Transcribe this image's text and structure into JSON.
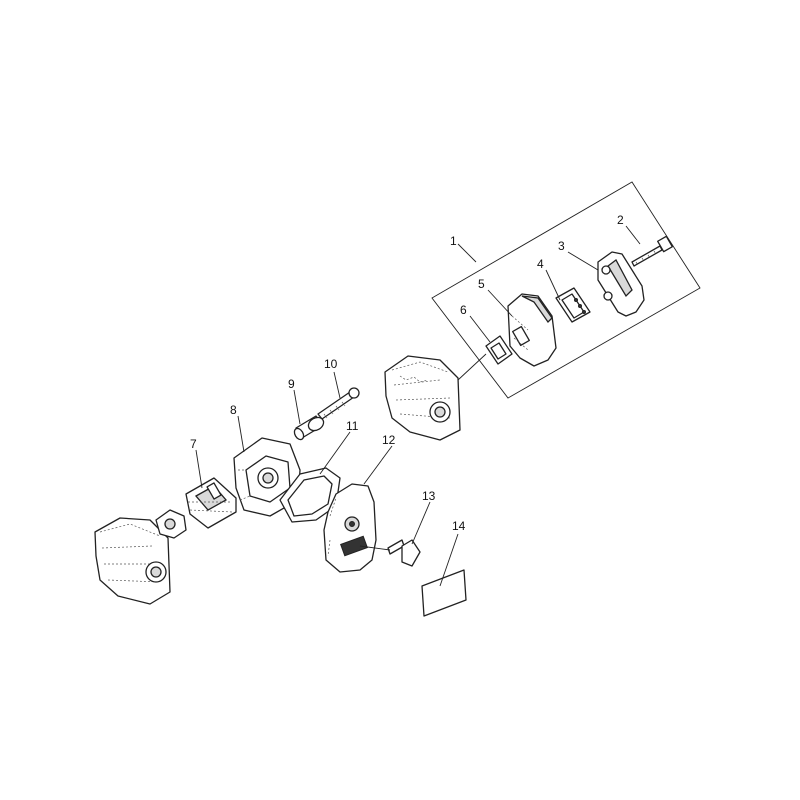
{
  "callouts": [
    {
      "id": "1",
      "label": "1"
    },
    {
      "id": "2",
      "label": "2"
    },
    {
      "id": "3",
      "label": "3"
    },
    {
      "id": "4",
      "label": "4"
    },
    {
      "id": "5",
      "label": "5"
    },
    {
      "id": "6",
      "label": "6"
    },
    {
      "id": "7",
      "label": "7"
    },
    {
      "id": "8",
      "label": "8"
    },
    {
      "id": "9",
      "label": "9"
    },
    {
      "id": "10",
      "label": "10"
    },
    {
      "id": "11",
      "label": "11"
    },
    {
      "id": "12",
      "label": "12"
    },
    {
      "id": "13",
      "label": "13"
    },
    {
      "id": "14",
      "label": "14"
    }
  ],
  "colors": {
    "line": "#222222",
    "background": "#ffffff",
    "shade": "#d9d9d9"
  }
}
